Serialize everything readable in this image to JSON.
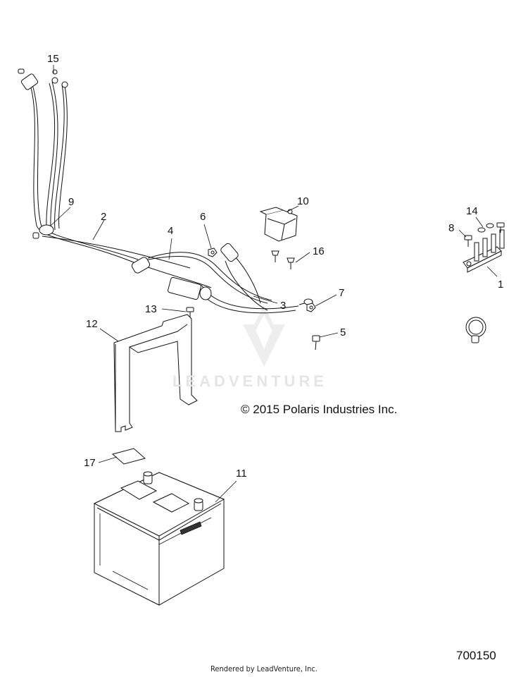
{
  "callouts": [
    {
      "id": "c1",
      "text": "1"
    },
    {
      "id": "c2",
      "text": "2"
    },
    {
      "id": "c3",
      "text": "3"
    },
    {
      "id": "c4",
      "text": "4"
    },
    {
      "id": "c5",
      "text": "5"
    },
    {
      "id": "c6",
      "text": "6"
    },
    {
      "id": "c7",
      "text": "7"
    },
    {
      "id": "c8",
      "text": "8"
    },
    {
      "id": "c9",
      "text": "9"
    },
    {
      "id": "c10",
      "text": "10"
    },
    {
      "id": "c11",
      "text": "11"
    },
    {
      "id": "c12",
      "text": "12"
    },
    {
      "id": "c13",
      "text": "13"
    },
    {
      "id": "c14",
      "text": "14"
    },
    {
      "id": "c15",
      "text": "15"
    },
    {
      "id": "c16",
      "text": "16"
    },
    {
      "id": "c17",
      "text": "17"
    }
  ],
  "copyright": "© 2015 Polaris Industries Inc.",
  "drawing_number": "700150",
  "footer": "Rendered by LeadVenture, Inc.",
  "watermark": "LEADVENTURE"
}
